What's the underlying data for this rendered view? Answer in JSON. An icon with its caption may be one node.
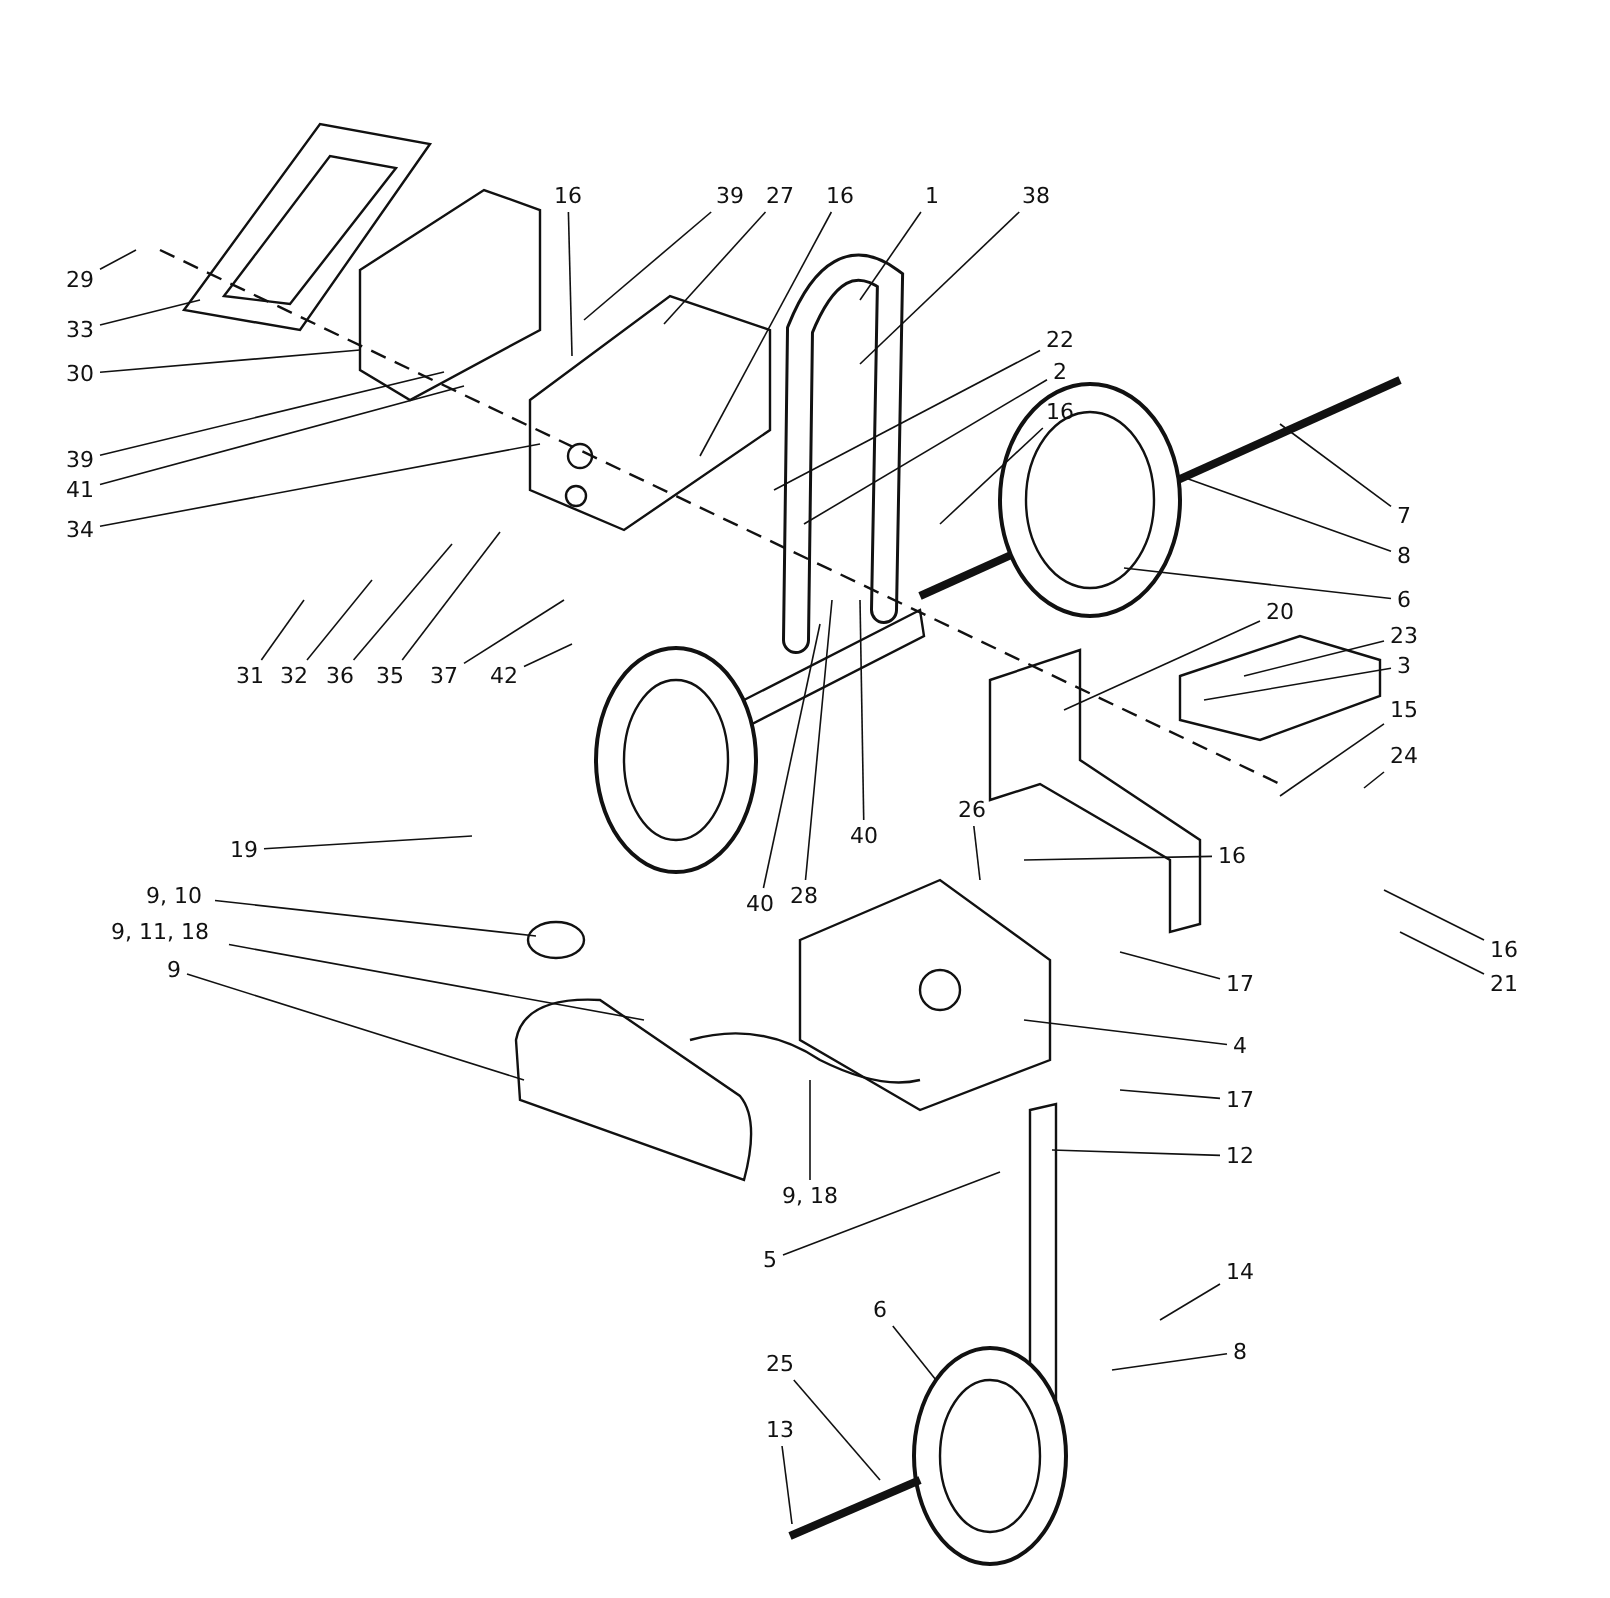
{
  "diagram": {
    "nodes": [
      {
        "text": [
          "29"
        ]
      },
      {
        "text": [
          "33"
        ]
      },
      {
        "text": [
          "30"
        ]
      },
      {
        "text": [
          "39"
        ]
      },
      {
        "text": [
          "41"
        ]
      },
      {
        "text": [
          "34"
        ]
      },
      {
        "text": [
          "16"
        ]
      },
      {
        "text": [
          "39"
        ]
      },
      {
        "text": [
          "27"
        ]
      },
      {
        "text": [
          "16"
        ]
      },
      {
        "text": [
          "1"
        ]
      },
      {
        "text": [
          "38"
        ]
      },
      {
        "text": [
          "22"
        ]
      },
      {
        "text": [
          "2"
        ]
      },
      {
        "text": [
          "16"
        ]
      },
      {
        "text": [
          "7"
        ]
      },
      {
        "text": [
          "8"
        ]
      },
      {
        "text": [
          "6"
        ]
      },
      {
        "text": [
          "31"
        ]
      },
      {
        "text": [
          "32"
        ]
      },
      {
        "text": [
          "36"
        ]
      },
      {
        "text": [
          "35"
        ]
      },
      {
        "text": [
          "37"
        ]
      },
      {
        "text": [
          "42"
        ]
      },
      {
        "text": [
          "20"
        ]
      },
      {
        "text": [
          "23"
        ]
      },
      {
        "text": [
          "3"
        ]
      },
      {
        "text": [
          "15"
        ]
      },
      {
        "text": [
          "24"
        ]
      },
      {
        "text": [
          "26"
        ]
      },
      {
        "text": [
          "19"
        ]
      },
      {
        "text": [
          "40"
        ]
      },
      {
        "text": [
          "28"
        ]
      },
      {
        "text": [
          "40"
        ]
      },
      {
        "text": [
          "16"
        ]
      },
      {
        "text": [
          "16"
        ]
      },
      {
        "text": [
          "21"
        ]
      },
      {
        "text": [
          "9, 10"
        ]
      },
      {
        "text": [
          "9, 11, 18"
        ]
      },
      {
        "text": [
          "9"
        ]
      },
      {
        "text": [
          "17"
        ]
      },
      {
        "text": [
          "4"
        ]
      },
      {
        "text": [
          "17"
        ]
      },
      {
        "text": [
          "12"
        ]
      },
      {
        "text": [
          "9, 18"
        ]
      },
      {
        "text": [
          "5"
        ]
      },
      {
        "text": [
          "14"
        ]
      },
      {
        "text": [
          "8"
        ]
      },
      {
        "text": [
          "6"
        ]
      },
      {
        "text": [
          "25"
        ]
      },
      {
        "text": [
          "13"
        ]
      }
    ],
    "edges": [
      {
        "from": 0,
        "to": null,
        "arrow": "none"
      },
      {
        "from": 1,
        "to": null,
        "arrow": "none"
      },
      {
        "from": 2,
        "to": null,
        "arrow": "none"
      },
      {
        "from": 3,
        "to": null,
        "arrow": "none"
      },
      {
        "from": 4,
        "to": null,
        "arrow": "none"
      },
      {
        "from": 5,
        "to": null,
        "arrow": "none"
      },
      {
        "from": 6,
        "to": null,
        "arrow": "none"
      },
      {
        "from": 7,
        "to": null,
        "arrow": "none"
      },
      {
        "from": 8,
        "to": null,
        "arrow": "none"
      },
      {
        "from": 9,
        "to": null,
        "arrow": "none"
      },
      {
        "from": 10,
        "to": null,
        "arrow": "none"
      },
      {
        "from": 11,
        "to": null,
        "arrow": "none"
      },
      {
        "from": 12,
        "to": null,
        "arrow": "none"
      },
      {
        "from": 13,
        "to": null,
        "arrow": "none"
      },
      {
        "from": 14,
        "to": null,
        "arrow": "none"
      },
      {
        "from": 15,
        "to": null,
        "arrow": "none"
      },
      {
        "from": 16,
        "to": null,
        "arrow": "none"
      },
      {
        "from": 17,
        "to": null,
        "arrow": "none"
      },
      {
        "from": 18,
        "to": null,
        "arrow": "none"
      },
      {
        "from": 19,
        "to": null,
        "arrow": "none"
      },
      {
        "from": 20,
        "to": null,
        "arrow": "none"
      },
      {
        "from": 21,
        "to": null,
        "arrow": "none"
      },
      {
        "from": 22,
        "to": null,
        "arrow": "none"
      },
      {
        "from": 23,
        "to": null,
        "arrow": "none"
      },
      {
        "from": 24,
        "to": null,
        "arrow": "none"
      },
      {
        "from": 25,
        "to": null,
        "arrow": "none"
      },
      {
        "from": 26,
        "to": null,
        "arrow": "none"
      },
      {
        "from": 27,
        "to": null,
        "arrow": "none"
      },
      {
        "from": 28,
        "to": null,
        "arrow": "none"
      },
      {
        "from": 29,
        "to": null,
        "arrow": "none"
      },
      {
        "from": 30,
        "to": null,
        "arrow": "none"
      },
      {
        "from": 31,
        "to": null,
        "arrow": "none"
      },
      {
        "from": 32,
        "to": null,
        "arrow": "none"
      },
      {
        "from": 33,
        "to": null,
        "arrow": "none"
      },
      {
        "from": 34,
        "to": null,
        "arrow": "none"
      },
      {
        "from": 35,
        "to": null,
        "arrow": "none"
      },
      {
        "from": 36,
        "to": null,
        "arrow": "none"
      },
      {
        "from": 37,
        "to": null,
        "arrow": "none"
      },
      {
        "from": 38,
        "to": null,
        "arrow": "none"
      },
      {
        "from": 39,
        "to": null,
        "arrow": "none"
      },
      {
        "from": 40,
        "to": null,
        "arrow": "none"
      },
      {
        "from": 41,
        "to": null,
        "arrow": "none"
      },
      {
        "from": 42,
        "to": null,
        "arrow": "none"
      },
      {
        "from": 43,
        "to": null,
        "arrow": "none"
      },
      {
        "from": 44,
        "to": null,
        "arrow": "none"
      },
      {
        "from": 45,
        "to": null,
        "arrow": "none"
      },
      {
        "from": 46,
        "to": null,
        "arrow": "none"
      },
      {
        "from": 47,
        "to": null,
        "arrow": "none"
      },
      {
        "from": 48,
        "to": null,
        "arrow": "none"
      },
      {
        "from": 49,
        "to": null,
        "arrow": "none"
      },
      {
        "from": 50,
        "to": null,
        "arrow": "none"
      }
    ]
  }
}
